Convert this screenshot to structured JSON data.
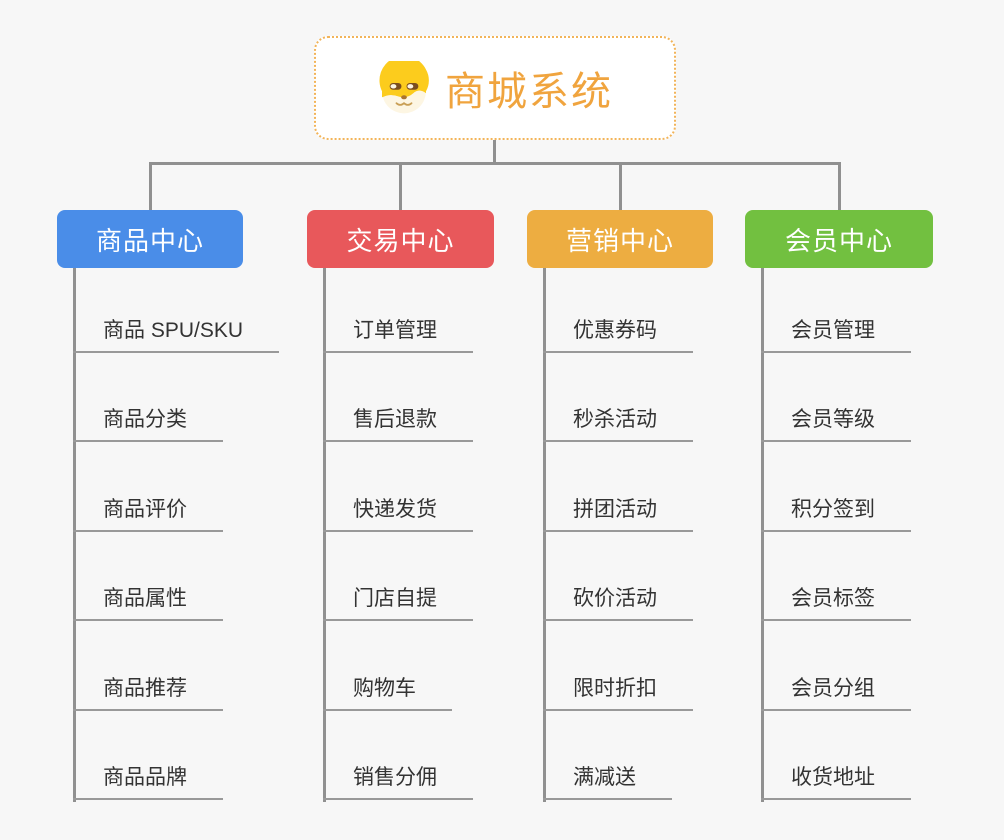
{
  "canvas": {
    "background": "#F7F7F7",
    "connector_color": "#909090"
  },
  "root": {
    "title": "商城系统",
    "icon": "doge-icon",
    "text_color": "#F0A43E",
    "border_color": "#F2B459"
  },
  "branches": [
    {
      "label": "商品中心",
      "color": "#4A8DE8",
      "children": [
        "商品 SPU/SKU",
        "商品分类",
        "商品评价",
        "商品属性",
        "商品推荐",
        "商品品牌"
      ]
    },
    {
      "label": "交易中心",
      "color": "#E8585B",
      "children": [
        "订单管理",
        "售后退款",
        "快递发货",
        "门店自提",
        "购物车",
        "销售分佣"
      ]
    },
    {
      "label": "营销中心",
      "color": "#EDAD41",
      "children": [
        "优惠券码",
        "秒杀活动",
        "拼团活动",
        "砍价活动",
        "限时折扣",
        "满减送"
      ]
    },
    {
      "label": "会员中心",
      "color": "#72C040",
      "children": [
        "会员管理",
        "会员等级",
        "积分签到",
        "会员标签",
        "会员分组",
        "收货地址"
      ]
    }
  ]
}
